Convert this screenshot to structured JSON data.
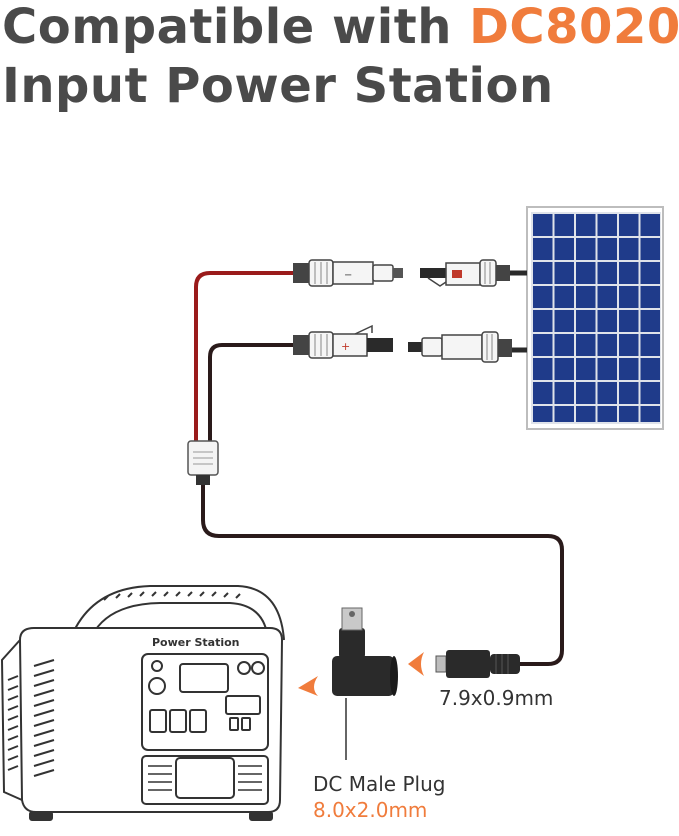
{
  "headline": {
    "line1_prefix": "Compatible with ",
    "line1_accent": "DC8020",
    "line2": "Input Power Station"
  },
  "labels": {
    "station_brand": "Power Station",
    "cable_plug_size": "7.9x0.9mm",
    "adapter_name": "DC Male Plug",
    "adapter_size": "8.0x2.0mm"
  },
  "colors": {
    "accent": "#f07c3c",
    "text": "#4a4a4a",
    "positive_wire": "#9a1b1b",
    "negative_wire": "#2a1a1a",
    "panel_cell": "#1f3b8a"
  }
}
